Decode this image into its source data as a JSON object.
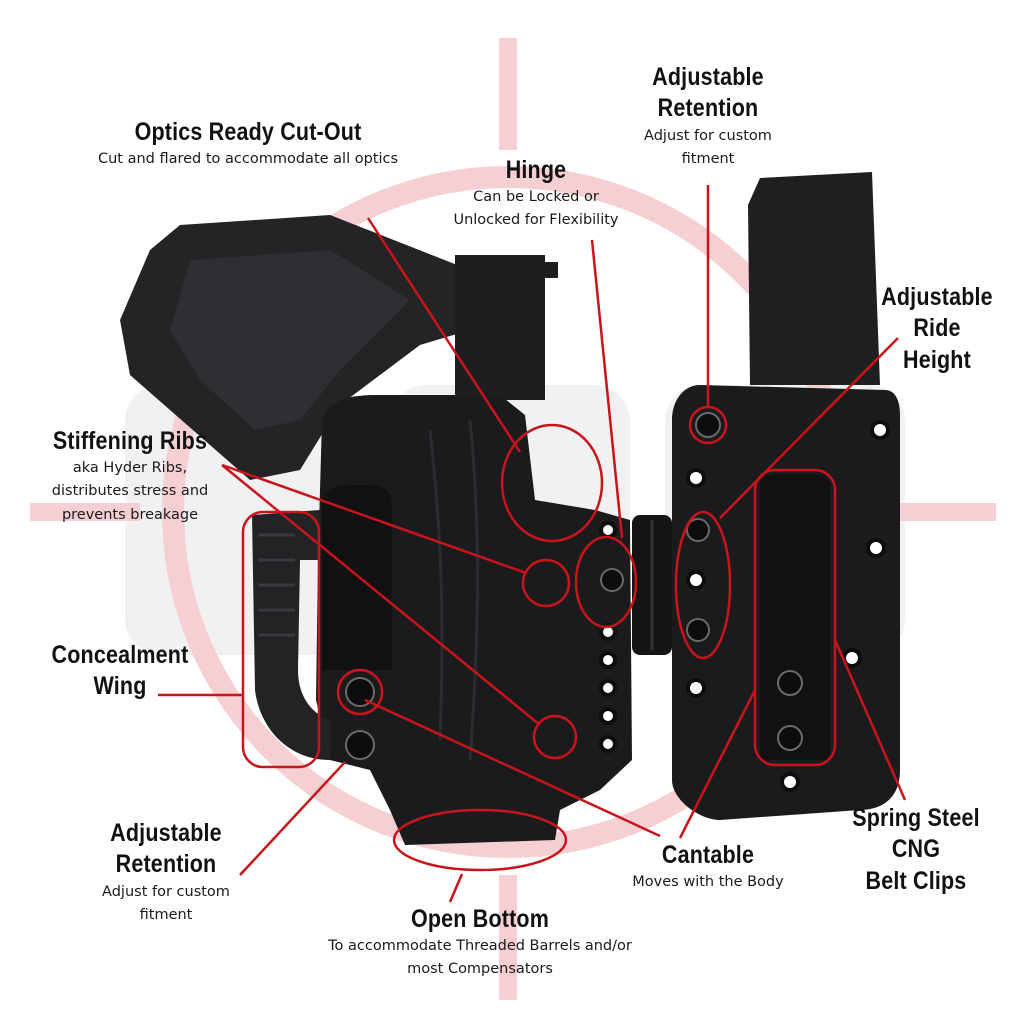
{
  "colors": {
    "callout_red": "#c8151b",
    "crosshair_pink": "#f6cfd2",
    "watermark_gray": "#f0f0f0",
    "holster_black": "#1b1b1d",
    "text": "#111111"
  },
  "labels": {
    "optics": {
      "title": "Optics Ready Cut-Out",
      "sub": "Cut and flared to accommodate all optics"
    },
    "hinge": {
      "title": "Hinge",
      "sub": [
        "Can be Locked or",
        "Unlocked for Flexibility"
      ]
    },
    "retention_top": {
      "title": [
        "Adjustable",
        "Retention"
      ],
      "sub": [
        "Adjust for custom",
        "fitment"
      ]
    },
    "ride_height": {
      "title": [
        "Adjustable",
        "Ride",
        "Height"
      ]
    },
    "ribs": {
      "title": "Stiffening Ribs",
      "sub": [
        "aka Hyder Ribs,",
        "distributes stress and",
        "prevents breakage"
      ]
    },
    "wing": {
      "title": [
        "Concealment",
        "Wing"
      ]
    },
    "retention_bot": {
      "title": [
        "Adjustable",
        "Retention"
      ],
      "sub": [
        "Adjust for custom",
        "fitment"
      ]
    },
    "cantable": {
      "title": "Cantable",
      "sub": "Moves with the Body"
    },
    "open_bottom": {
      "title": "Open Bottom",
      "sub": [
        "To accommodate Threaded Barrels and/or",
        "most Compensators"
      ]
    },
    "clips": {
      "title": [
        "Spring Steel",
        "CNG",
        "Belt Clips"
      ]
    }
  }
}
